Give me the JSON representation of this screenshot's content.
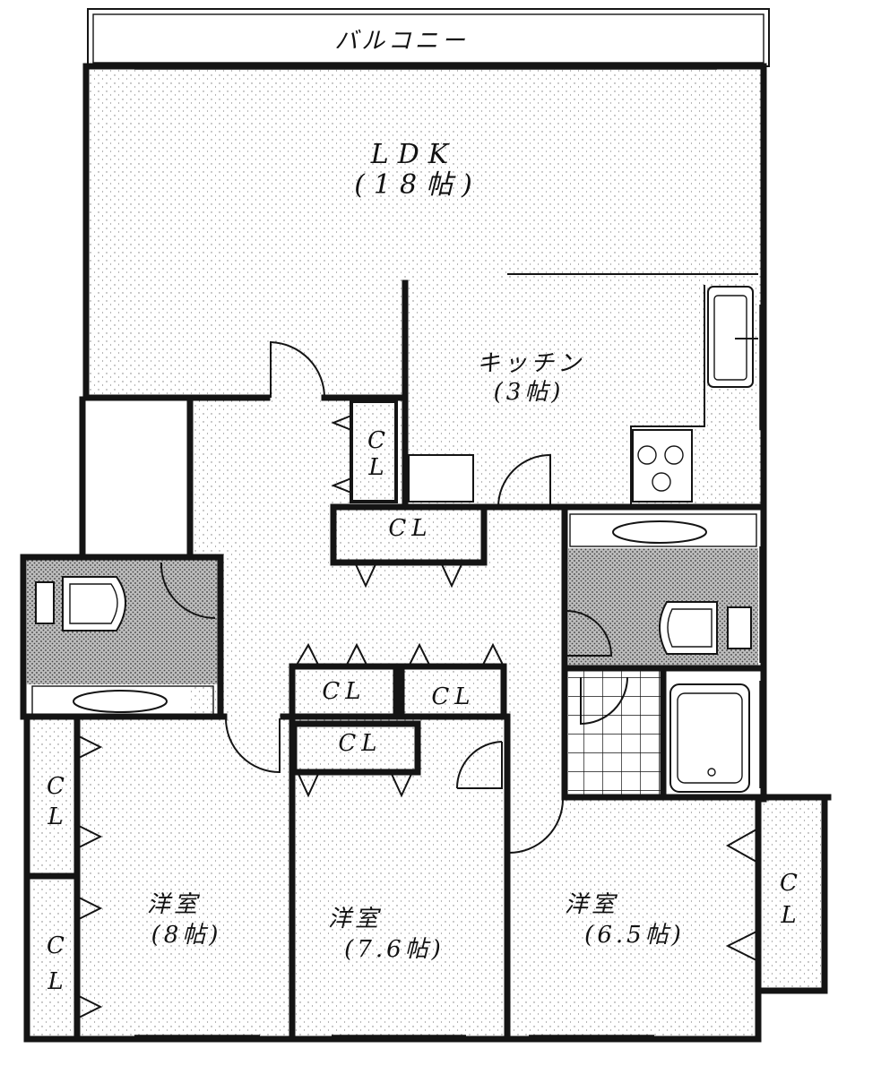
{
  "floor_plan": {
    "balcony_label": "バルコニー",
    "ldk": {
      "name": "LDK",
      "size": "(18帖)"
    },
    "kitchen": {
      "name": "キッチン",
      "size": "(3帖)"
    },
    "rooms": [
      {
        "name": "洋室",
        "size": "(8帖)"
      },
      {
        "name": "洋室",
        "size": "(7.6帖)"
      },
      {
        "name": "洋室",
        "size": "(6.5帖)"
      }
    ],
    "closet_label": "CL",
    "closet_label_split": [
      "C",
      "L"
    ]
  },
  "colors": {
    "wall": "#141414",
    "background": "#ffffff",
    "floor_dots": "#7a7a7a",
    "wet_area": "#555555"
  },
  "icons": [
    "door-swing-icon",
    "toilet-icon",
    "washbasin-icon",
    "bathtub-icon",
    "stove-icon",
    "sink-icon",
    "closet-door-icon"
  ]
}
